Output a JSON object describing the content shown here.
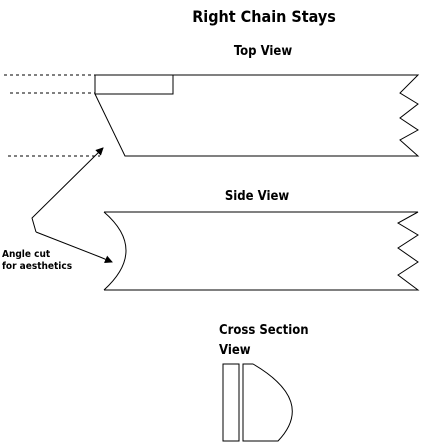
{
  "title": "Right Chain Stays",
  "views": {
    "top": "Top View",
    "side": "Side View",
    "cross_section_line1": "Cross Section",
    "cross_section_line2": "View"
  },
  "annotation": {
    "line1": "Angle cut",
    "line2": "for aesthetics"
  }
}
